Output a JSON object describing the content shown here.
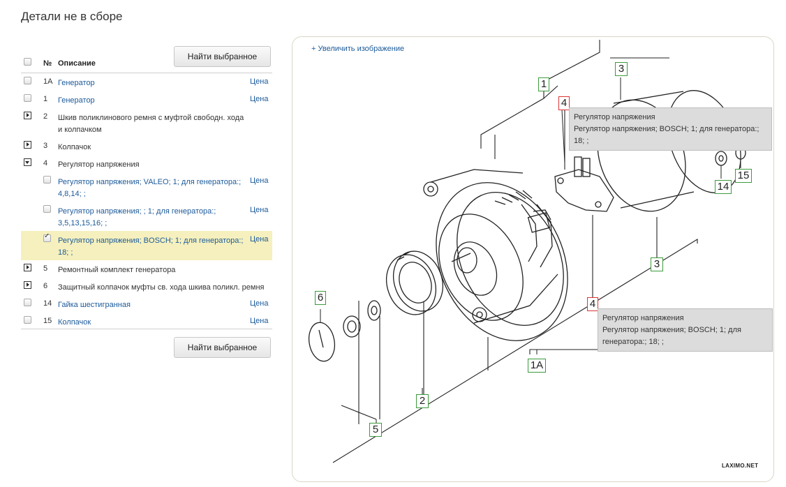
{
  "page": {
    "title": "Детали не в сборе"
  },
  "buttons": {
    "find_selected": "Найти выбранное"
  },
  "table": {
    "headers": {
      "num": "№",
      "description": "Описание"
    },
    "price_label": "Цена",
    "rows": [
      {
        "num": "1A",
        "desc": "Генератор",
        "link": true,
        "price": "Цена"
      },
      {
        "num": "1",
        "desc": "Генератор",
        "link": true,
        "price": "Цена"
      },
      {
        "num": "2",
        "desc": "Шкив поликлинового ремня с муфтой свободн. хода и колпачком",
        "link": false
      },
      {
        "num": "3",
        "desc": "Колпачок",
        "link": false
      },
      {
        "num": "4",
        "desc": "Регулятор напряжения",
        "link": false,
        "expanded": true
      },
      {
        "desc": "Регулятор напряжения; VALEO; 1; для генератора:; 4,8,14; ;",
        "price": "Цена"
      },
      {
        "desc": "Регулятор напряжения; ; 1; для генератора:; 3,5,13,15,16; ;",
        "price": "Цена"
      },
      {
        "desc": "Регулятор напряжения; BOSCH; 1; для генератора:; 18; ;",
        "price": "Цена",
        "checked": true
      },
      {
        "num": "5",
        "desc": "Ремонтный комплект генератора",
        "link": false
      },
      {
        "num": "6",
        "desc": "Защитный колпачок муфты св. хода шкива поликл. ремня",
        "link": false
      },
      {
        "num": "14",
        "desc": "Гайка шестигранная",
        "link": true,
        "price": "Цена"
      },
      {
        "num": "15",
        "desc": "Колпачок",
        "link": true,
        "price": "Цена"
      }
    ]
  },
  "diagram": {
    "zoom_link": "+ Увеличить изображение",
    "brand": "LAXIMO.NET",
    "callouts": {
      "c1": "1",
      "c3a": "3",
      "c4a": "4",
      "c15": "15",
      "c14": "14",
      "c3b": "3",
      "c4b": "4",
      "c6": "6",
      "c1A": "1A",
      "c2": "2",
      "c5": "5"
    },
    "tooltip_top": {
      "title": "Регулятор напряжения",
      "detail": "Регулятор напряжения; BOSCH; 1; для генератора:; 18; ;"
    },
    "tooltip_bottom": {
      "title": "Регулятор напряжения",
      "detail": "Регулятор напряжения; BOSCH; 1; для генератора:; 18; ;"
    }
  },
  "colors": {
    "link": "#1c5a9a",
    "selected_row": "#f5f0bd",
    "callout_green": "#3d9a3d",
    "callout_red": "#dd3333"
  }
}
